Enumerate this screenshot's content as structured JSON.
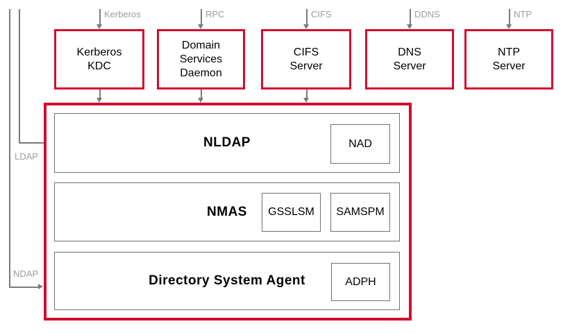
{
  "colors": {
    "accent_red": "#d40a2e",
    "box_border_gray": "#6f6f6f",
    "arrow_gray": "#7a7a7a",
    "protocol_label_gray": "#9c9c9c"
  },
  "top_flows": [
    {
      "protocol": "Kerberos",
      "service": "Kerberos\nKDC"
    },
    {
      "protocol": "RPC",
      "service": "Domain\nServices\nDaemon"
    },
    {
      "protocol": "CIFS",
      "service": "CIFS\nServer"
    },
    {
      "protocol": "DDNS",
      "service": "DNS\nServer"
    },
    {
      "protocol": "NTP",
      "service": "NTP\nServer"
    }
  ],
  "side_flows": [
    {
      "protocol": "LDAP"
    },
    {
      "protocol": "NDAP"
    }
  ],
  "core_stack": {
    "layers": [
      {
        "title": "NLDAP",
        "modules": [
          "NAD"
        ]
      },
      {
        "title": "NMAS",
        "modules": [
          "GSSLSM",
          "SAMSPM"
        ]
      },
      {
        "title": "Directory System Agent",
        "modules": [
          "ADPH"
        ]
      }
    ]
  }
}
